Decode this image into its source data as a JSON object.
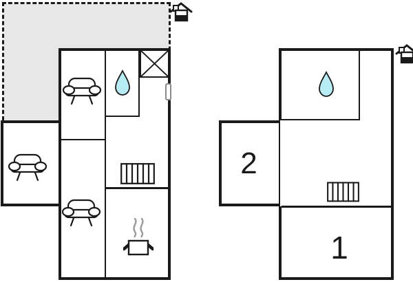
{
  "diagram": {
    "type": "house-floor-plan",
    "plans": [
      {
        "id": "ground-floor",
        "position": "left",
        "features": [
          "terrace-dashed-outline",
          "entrance-house-icon",
          "wardrobe-cross-box",
          "bathroom-water-drop",
          "living-room-sofa",
          "annex-room-sofa",
          "middle-room-sofa",
          "radiator",
          "entry-door-marker",
          "kitchen-pot-with-steam"
        ]
      },
      {
        "id": "first-floor",
        "position": "right",
        "features": [
          "entrance-house-icon",
          "bathroom-water-drop",
          "radiator"
        ],
        "rooms": [
          {
            "label": "2"
          },
          {
            "label": "1"
          }
        ]
      }
    ]
  },
  "labels": {
    "room1": "1",
    "room2": "2"
  },
  "colors": {
    "bg": "#ffffff",
    "wall": "#1a1a1a",
    "terrace": "#e7e7e7",
    "drop": "#b8ecf4",
    "steam": "#9a9a9a",
    "doorframe": "#8a8a8a"
  }
}
